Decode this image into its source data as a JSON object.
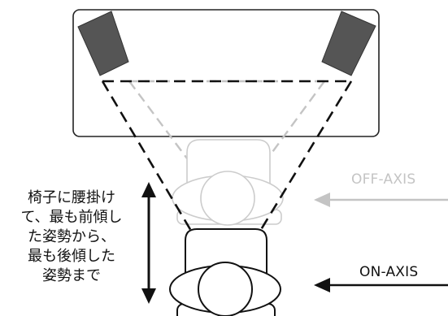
{
  "posture_text": {
    "lines": [
      "椅子に腰掛け",
      "て、最も前傾し",
      "た姿勢から、",
      "最も後傾した",
      "姿勢まで"
    ]
  },
  "labels": {
    "off_axis": "OFF-AXIS",
    "on_axis": "ON-AXIS"
  },
  "colors": {
    "on_axis": "#111111",
    "off_axis": "#c4c4c4",
    "speaker": "#555555"
  },
  "icons": {
    "speakers": "speaker-icon",
    "arrows": "arrow-icon"
  }
}
